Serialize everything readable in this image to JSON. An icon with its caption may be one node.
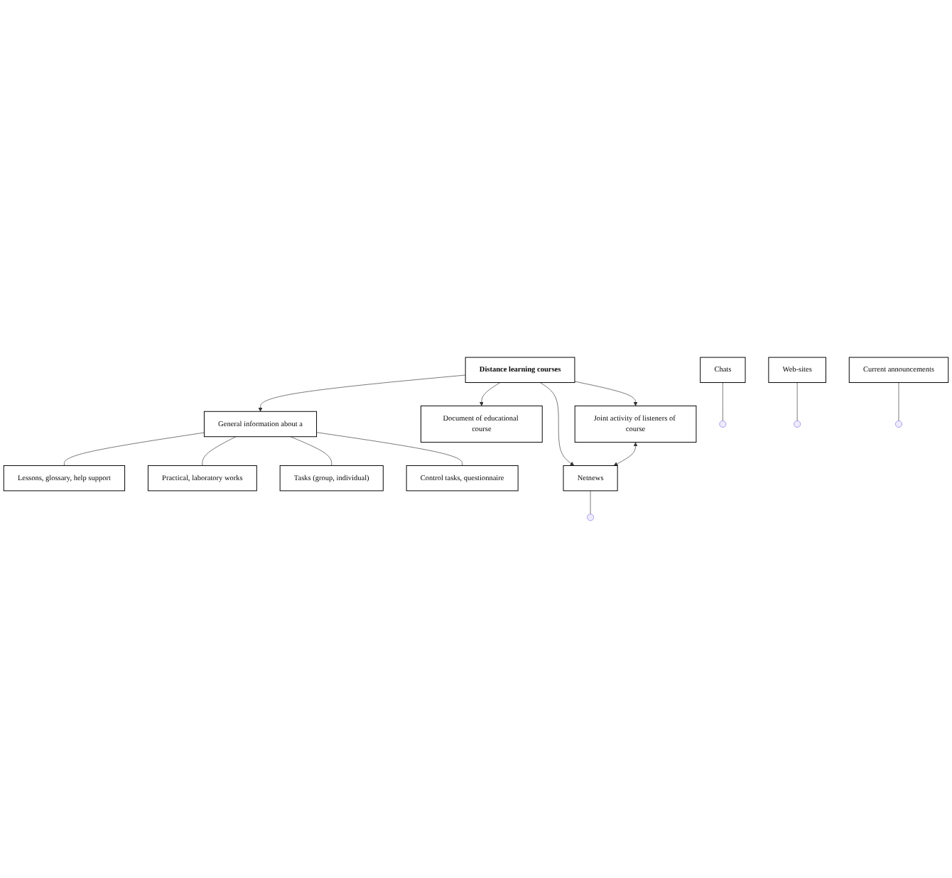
{
  "diagram": {
    "nodes": [
      {
        "text": [
          "General information about a"
        ]
      },
      {
        "text": [
          "Document of educational course"
        ]
      },
      {
        "text": [
          "Lessons, glossary, help support"
        ]
      },
      {
        "text": [
          "Netnews"
        ]
      },
      {
        "text": [
          "Practical, laboratory works"
        ]
      },
      {
        "text": [
          "Distance learning courses"
        ]
      },
      {
        "text": [
          "Chats"
        ]
      },
      {
        "text": [
          "Tasks (group, individual)"
        ]
      },
      {
        "text": [
          "Web-sites"
        ]
      },
      {
        "text": [
          "Control tasks, questionnaire"
        ]
      },
      {
        "text": [
          "Current announcements"
        ]
      },
      {
        "text": [
          "Joint activity of listeners of course"
        ]
      }
    ],
    "edges": [
      {
        "from": 5,
        "to": 0,
        "arrow": "to"
      },
      {
        "from": 5,
        "to": 1,
        "arrow": "to"
      },
      {
        "from": 5,
        "to": 3,
        "arrow": "to"
      },
      {
        "from": 5,
        "to": 11,
        "arrow": "to"
      },
      {
        "from": 11,
        "to": 3,
        "arrow": "both"
      },
      {
        "from": 0,
        "to": 2,
        "arrow": "none"
      },
      {
        "from": 0,
        "to": 4,
        "arrow": "none"
      },
      {
        "from": 0,
        "to": 7,
        "arrow": "none"
      },
      {
        "from": 0,
        "to": 9,
        "arrow": "none"
      },
      {
        "from": 3,
        "to": null,
        "arrow": "none"
      },
      {
        "from": 6,
        "to": null,
        "arrow": "none"
      },
      {
        "from": 8,
        "to": null,
        "arrow": "none"
      },
      {
        "from": 10,
        "to": null,
        "arrow": "none"
      }
    ]
  }
}
